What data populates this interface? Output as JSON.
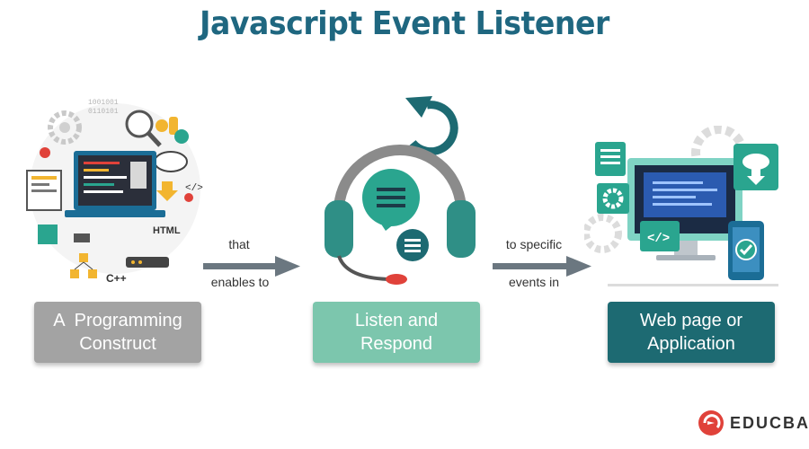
{
  "title": "Javascript Event Listener",
  "steps": [
    {
      "label_line1": "A  Programming",
      "label_line2": "Construct"
    },
    {
      "label_line1": "Listen and",
      "label_line2": "Respond"
    },
    {
      "label_line1": "Web page or",
      "label_line2": "Application"
    }
  ],
  "connectors": [
    {
      "top_text": "that",
      "bottom_text": "enables to"
    },
    {
      "top_text": "to specific",
      "bottom_text": "events in"
    }
  ],
  "illustration_text": {
    "html": "HTML",
    "cpp": "C++",
    "code_tag": "</>",
    "binary_1": "1001001",
    "binary_2": "0110101"
  },
  "brand": {
    "name": "EDUCBA"
  },
  "colors": {
    "title": "#1f6780",
    "box_gray": "#a3a3a3",
    "box_teal_light": "#7cc6ad",
    "box_teal_dark": "#1d6a72",
    "arrow": "#6b7780"
  }
}
